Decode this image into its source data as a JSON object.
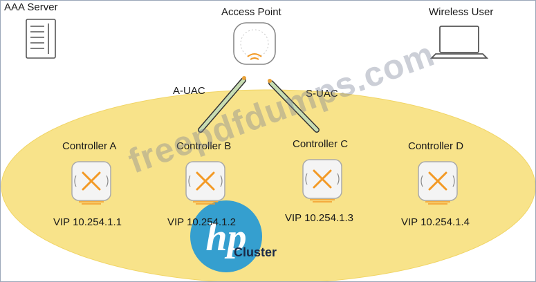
{
  "nodes": {
    "aaa_server": "AAA Server",
    "access_point": "Access Point",
    "wireless_user": "Wireless User"
  },
  "links": {
    "a_uac": "A-UAC",
    "s_uac": "S-UAC"
  },
  "controllers": [
    {
      "name": "Controller A",
      "vip": "VIP 10.254.1.1"
    },
    {
      "name": "Controller B",
      "vip": "VIP 10.254.1.2"
    },
    {
      "name": "Controller C",
      "vip": "VIP 10.254.1.3"
    },
    {
      "name": "Controller D",
      "vip": "VIP 10.254.1.4"
    }
  ],
  "cluster_label": "Cluster",
  "watermark": "freepdfdumps.com",
  "colors": {
    "cluster_fill": "#f8e38a",
    "controller_accent": "#f39a26",
    "logo_blue": "#1f97d6",
    "cable": "#c7ddb3"
  }
}
